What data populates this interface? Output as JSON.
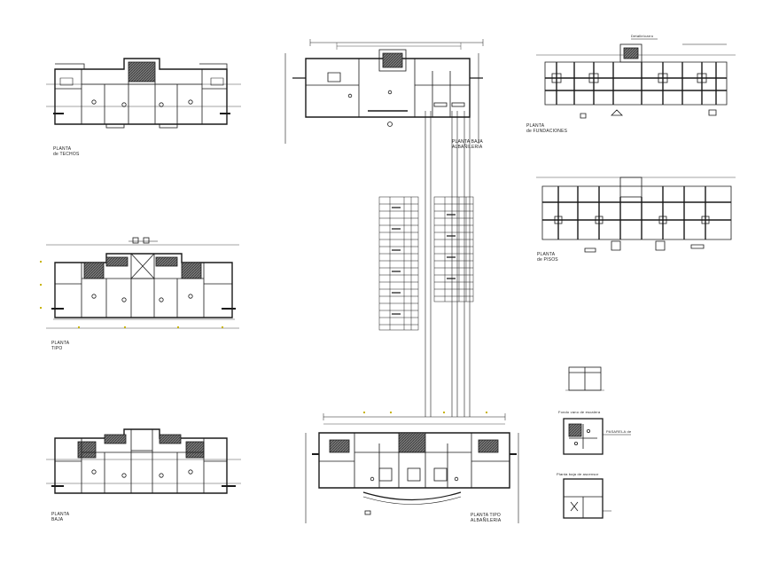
{
  "labels": {
    "roof_plan": {
      "line1": "PLANTA",
      "line2": "de TECHOS"
    },
    "typical_plan_left": {
      "line1": "PLANTA",
      "line2": "TIPO"
    },
    "ground_plan_left": {
      "line1": "PLANTA",
      "line2": "BAJA"
    },
    "ground_masonry": {
      "line1": "PLANTA  BAJA",
      "line2": "ALBAÑILERIA"
    },
    "typical_masonry": {
      "line1": "PLANTA  TIPO",
      "line2": "ALBAÑILERIA"
    },
    "foundations_plan": {
      "line1": "PLANTA",
      "line2": "de FUNDACIONES"
    },
    "floor_plan": {
      "line1": "PLANTA",
      "line2": "de PISOS"
    },
    "detail_callout": "Detalle/carro",
    "detail_a": "Fondo vano de escalera",
    "detail_b": "Planta baja de ascensor",
    "detail_note": "PASARELA  de"
  },
  "colors": {
    "line": "#1a1a1a",
    "fill_dark": "#555555",
    "dim_marker": "#c8b400"
  }
}
